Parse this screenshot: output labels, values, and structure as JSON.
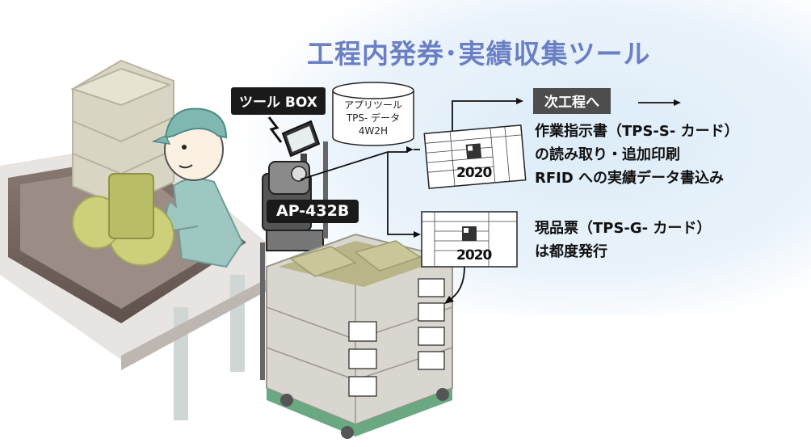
{
  "title": "工程内発券･実績収集ツール",
  "tool_box_label": "ツール BOX",
  "database": {
    "line1": "アプリツール",
    "line2": "TPS- データ",
    "line3": "4W2H"
  },
  "printer_model": "AP-432B",
  "next_process_label": "次工程へ",
  "description_1": [
    "作業指示書（TPS-S- カード）",
    "の読み取り・追加印刷",
    "RFID への実績データ書込み"
  ],
  "description_2": [
    "現品票（TPS-G- カード）",
    "は都度発行"
  ],
  "card_year": "2020",
  "colors": {
    "title": "#6a7fc4",
    "background_glow": "#dcecf8",
    "bin_olive": "#c9c79a",
    "cart_green": "#6aa882"
  }
}
